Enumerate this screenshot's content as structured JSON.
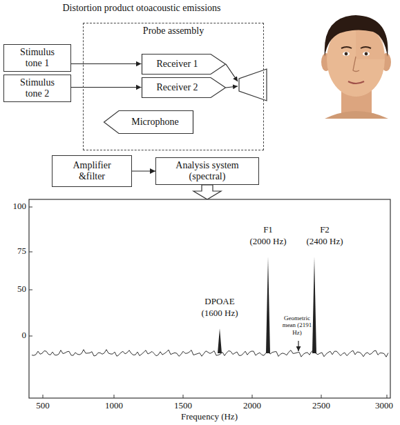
{
  "diagram": {
    "title": "Distortion product otoacoustic emissions",
    "nodes": [
      {
        "text": [
          "Probe assembly"
        ]
      },
      {
        "text": [
          "Stimulus tone 1"
        ]
      },
      {
        "text": [
          "Stimulus tone 2"
        ]
      },
      {
        "text": [
          "Receiver 1"
        ],
        "in": 0
      },
      {
        "text": [
          "Receiver 2"
        ],
        "in": 0
      },
      {
        "text": [
          "Microphone"
        ],
        "in": 0
      },
      {
        "text": [
          "Amplifier &filter"
        ]
      },
      {
        "text": [
          "Analysis system (spectral)"
        ]
      }
    ],
    "edges": [
      {
        "from": 1,
        "to": 3,
        "arrow": "to"
      },
      {
        "from": 2,
        "to": 4,
        "arrow": "to"
      },
      {
        "from": 6,
        "to": 7,
        "arrow": "to"
      }
    ],
    "labels": [
      "100",
      "75",
      "50",
      "0",
      "500",
      "1000",
      "1500",
      "2000",
      "2500",
      "3000",
      "Frequency (Hz)",
      "DPOAE",
      "(1600 Hz)",
      "F1",
      "(2000 Hz)",
      "F2",
      "(2400 Hz)",
      "Geometric mean (2191 Hz)"
    ]
  }
}
